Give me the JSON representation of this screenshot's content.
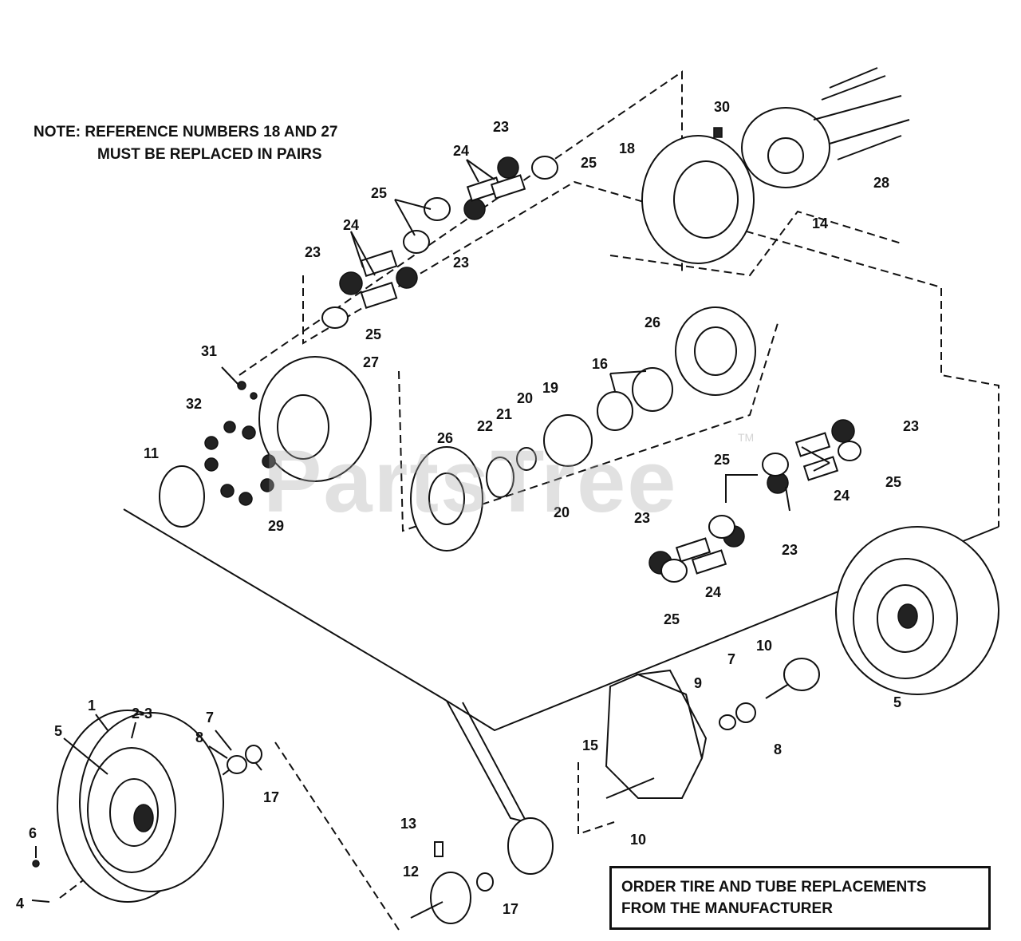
{
  "note": {
    "line1": "NOTE: REFERENCE NUMBERS 18 AND 27",
    "line2": "MUST BE REPLACED IN PAIRS"
  },
  "order_box": {
    "line1": "ORDER TIRE AND TUBE REPLACEMENTS",
    "line2": "FROM THE MANUFACTURER"
  },
  "watermark": "PartsTree",
  "trademark": "TM",
  "ref_labels": {
    "r1": "1",
    "r2_3": "2-3",
    "r4": "4",
    "r5a": "5",
    "r5b": "5",
    "r6": "6",
    "r7a": "7",
    "r7b": "7",
    "r8a": "8",
    "r8b": "8",
    "r9": "9",
    "r10a": "10",
    "r10b": "10",
    "r11": "11",
    "r12": "12",
    "r13": "13",
    "r14": "14",
    "r15": "15",
    "r16": "16",
    "r17a": "17",
    "r17b": "17",
    "r18": "18",
    "r19": "19",
    "r20a": "20",
    "r20b": "20",
    "r21": "21",
    "r22": "22",
    "r23a": "23",
    "r23b": "23",
    "r23c": "23",
    "r23d": "23",
    "r23e": "23",
    "r23f": "23",
    "r24a": "24",
    "r24b": "24",
    "r24c": "24",
    "r24d": "24",
    "r25a": "25",
    "r25b": "25",
    "r25c": "25",
    "r25d": "25",
    "r25e": "25",
    "r25f": "25",
    "r26a": "26",
    "r26b": "26",
    "r27": "27",
    "r28": "28",
    "r29": "29",
    "r30": "30",
    "r31": "31",
    "r32": "32"
  }
}
